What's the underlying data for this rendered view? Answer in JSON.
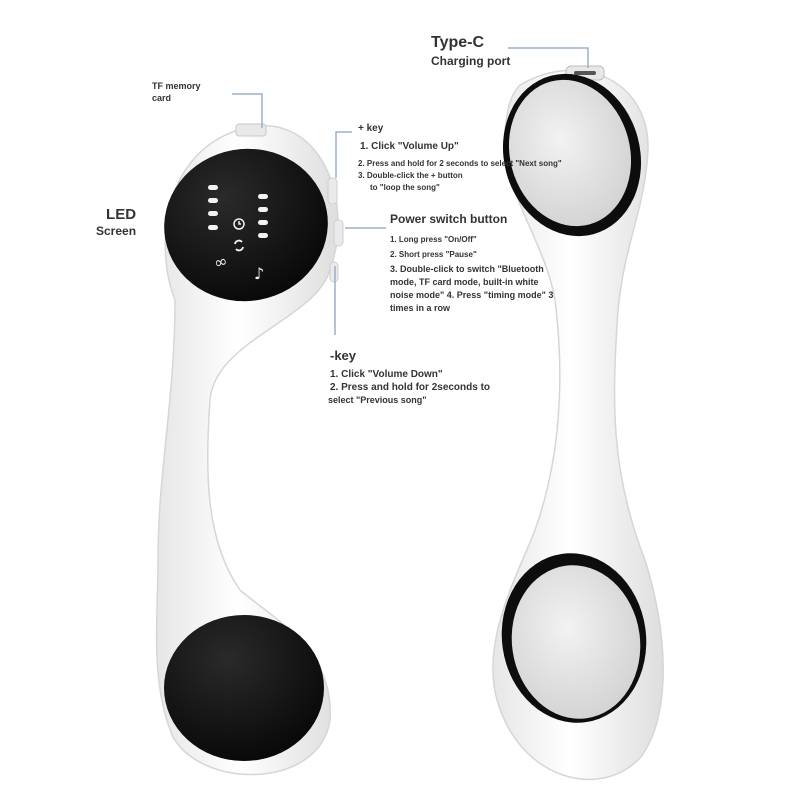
{
  "labels": {
    "tf_card": [
      "TF memory",
      "card"
    ],
    "led": [
      "LED",
      "Screen"
    ],
    "type_c": "Type-C",
    "charging_port": "Charging port",
    "plus_key": {
      "title": "+ key",
      "lines": [
        "1. Click \"Volume Up\"",
        "2. Press and hold for 2 seconds to select \"Next song\"",
        "3. Double-click the + button",
        "to \"loop the song\""
      ]
    },
    "power": {
      "title": "Power switch button",
      "lines": [
        "1. Long press \"On/Off\"",
        "2. Short press \"Pause\"",
        "3. Double-click to switch \"Bluetooth",
        "mode, TF card mode, built-in white",
        "noise mode\" 4. Press \"timing mode\" 3",
        "times in a row"
      ]
    },
    "minus_key": {
      "title": "-key",
      "lines": [
        "1. Click \"Volume Down\"",
        "2. Press and hold for 2seconds to",
        "select \"Previous song\""
      ]
    }
  },
  "colors": {
    "body": "#f4f4f4",
    "screen": "#0e0e0e",
    "pad_inner": "#e4e4e4",
    "leader_line": "#9ab0c8",
    "text": "#333333"
  },
  "icons": [
    "alarm-icon",
    "repeat-icon",
    "infinity-icon",
    "music-note-icon"
  ]
}
